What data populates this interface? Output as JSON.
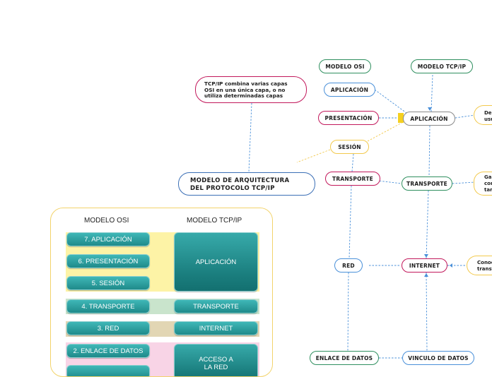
{
  "osi_header": "MODELO OSI",
  "tcpip_header": "MODELO TCP/IP",
  "osi_nodes": {
    "aplicacion": "APLICACIÓN",
    "presentacion": "PRESENTACIÓN",
    "sesion": "SESIÓN",
    "transporte": "TRANSPORTE",
    "red": "RED",
    "enlace": "ENLACE DE DATOS"
  },
  "tcp_nodes": {
    "aplicacion": "APLICACIÓN",
    "transporte": "TRANSPORTE",
    "internet": "INTERNET",
    "vinculo": "VINCULO DE DATOS"
  },
  "side_notes": {
    "aplicacion": "De\nusu",
    "transporte": "Gar\ncom\ntam",
    "internet": "Conoc\ntransf"
  },
  "note_text": "TCP/IP combina varias capas OSI en una única capa, o no utiliza determinadas capas",
  "main_title": "MODELO DE ARQUITECTURA DEL PROTOCOLO TCP/IP",
  "table": {
    "osi_header": "MODELO OSI",
    "tcp_header": "MODELO TCP/IP",
    "osi_layers": [
      "7. APLICACIÓN",
      "6. PRESENTACIÓN",
      "5. SESIÓN",
      "4. TRANSPORTE",
      "3. RED",
      "2. ENLACE DE DATOS"
    ],
    "tcp_layers": [
      "APLICACIÓN",
      "TRANSPORTE",
      "INTERNET",
      "ACCESO A LA RED"
    ],
    "colors": {
      "app_band": "#fdf3a6",
      "transport_band": "#c9e4cc",
      "red_band": "#e2d6b4",
      "access_band": "#f8d4e6"
    }
  },
  "colors": {
    "green": "#2f8f5f",
    "blue": "#4a90d9",
    "red": "#c2185b",
    "yellow": "#f2c94c"
  }
}
